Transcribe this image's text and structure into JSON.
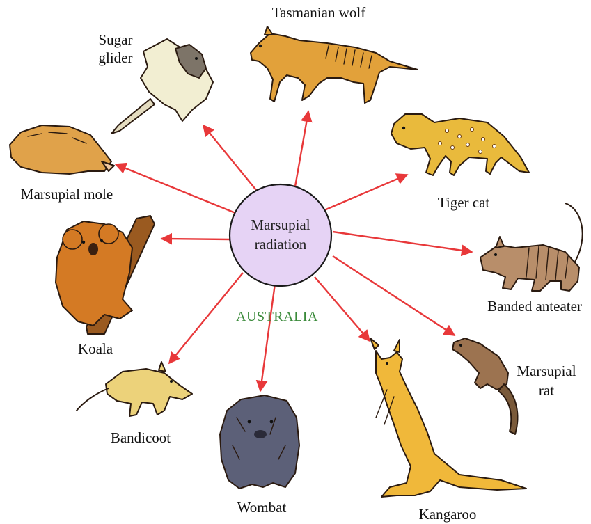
{
  "center": {
    "line1": "Marsupial",
    "line2": "radiation"
  },
  "region": "AUSTRALIA",
  "animals": {
    "tasmanian_wolf": "Tasmanian wolf",
    "sugar_glider_line1": "Sugar",
    "sugar_glider_line2": "glider",
    "marsupial_mole": "Marsupial mole",
    "tiger_cat": "Tiger cat",
    "koala": "Koala",
    "banded_anteater": "Banded anteater",
    "marsupial_rat_line1": "Marsupial",
    "marsupial_rat_line2": "rat",
    "bandicoot": "Bandicoot",
    "wombat": "Wombat",
    "kangaroo": "Kangaroo"
  },
  "colors": {
    "arrow": "#e8383a",
    "circle_fill": "#e6d3f5",
    "circle_stroke": "#1a1a1a",
    "region_text": "#3a8a3a"
  }
}
